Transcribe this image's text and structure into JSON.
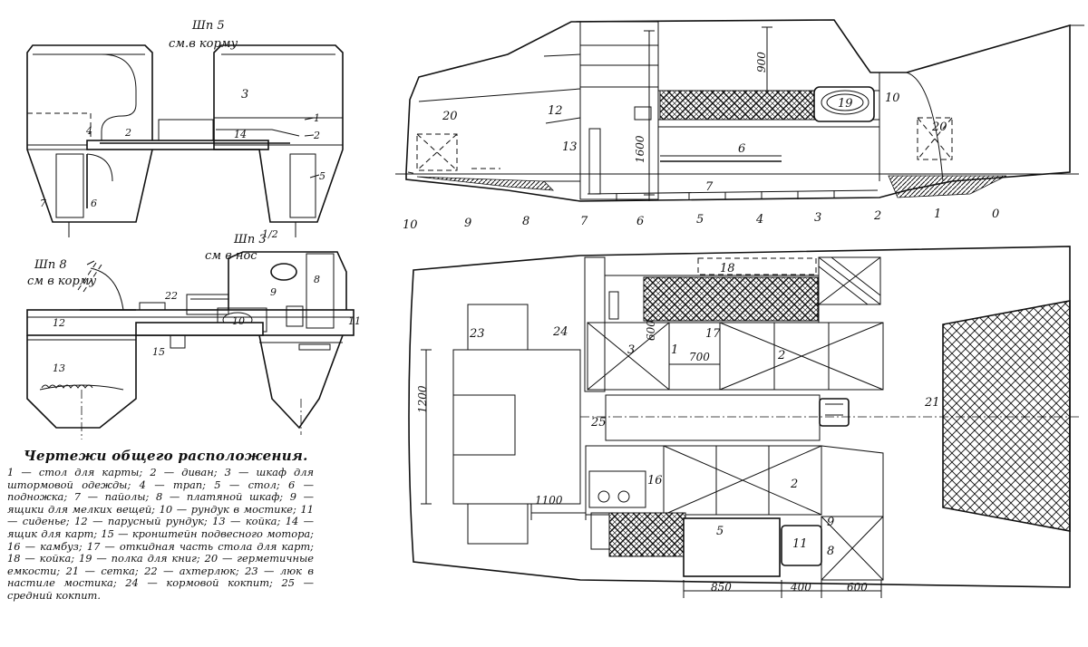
{
  "caption": {
    "title": "Чертежи общего расположения.",
    "body": "1 — стол для карты; 2 — диван; 3 — шкаф для штормовой одежды; 4 — трап; 5 — стол; 6 — подножка; 7 — пайолы; 8 — платяной шкаф; 9 — ящики для мелких вещей; 10 — рундук в мостике; 11 — сиденье; 12 — парусный рундук; 13 — койка; 14 — ящик для карт; 15 — кронштейн подвесного мотора; 16 — камбуз; 17 — откидная часть стола для карт; 18 — койка; 19 — полка для книг; 20 — герметичные емкости; 21 — сетка; 22 — ахтерлюк; 23 — люк в настиле мостика; 24 — кормовой кокпит; 25 — средний кокпит."
  },
  "section_labels": {
    "frame5": {
      "line1": "Шп 5",
      "line2": "см.в корму"
    },
    "frame3h": {
      "line1": "Шп 3",
      "frac": "1/2",
      "line2": "см в нос"
    },
    "frame8": {
      "line1": "Шп 8",
      "line2": "см в корму"
    }
  },
  "callouts": {
    "sec5": [
      "1",
      "2",
      "3",
      "4",
      "5",
      "6",
      "7",
      "14",
      "2"
    ],
    "sec3h": [
      "8",
      "9",
      "10",
      "11",
      "15"
    ],
    "sec8": [
      "12",
      "13",
      "22"
    ],
    "profile": [
      "20",
      "12",
      "13",
      "6",
      "7",
      "19",
      "10",
      "20"
    ],
    "plan": [
      "3",
      "1",
      "17",
      "2",
      "18",
      "23",
      "24",
      "25",
      "21",
      "16",
      "2",
      "5",
      "11",
      "8",
      "9"
    ]
  },
  "frame_numbers": [
    "10",
    "9",
    "8",
    "7",
    "6",
    "5",
    "4",
    "3",
    "2",
    "1",
    "0"
  ],
  "dimensions": {
    "profile_height_1": "900",
    "profile_height_2": "1600",
    "plan_600": "600",
    "plan_700": "700",
    "plan_1200": "1200",
    "plan_1100": "1100",
    "plan_850": "850",
    "plan_400": "400",
    "plan_600b": "600"
  }
}
